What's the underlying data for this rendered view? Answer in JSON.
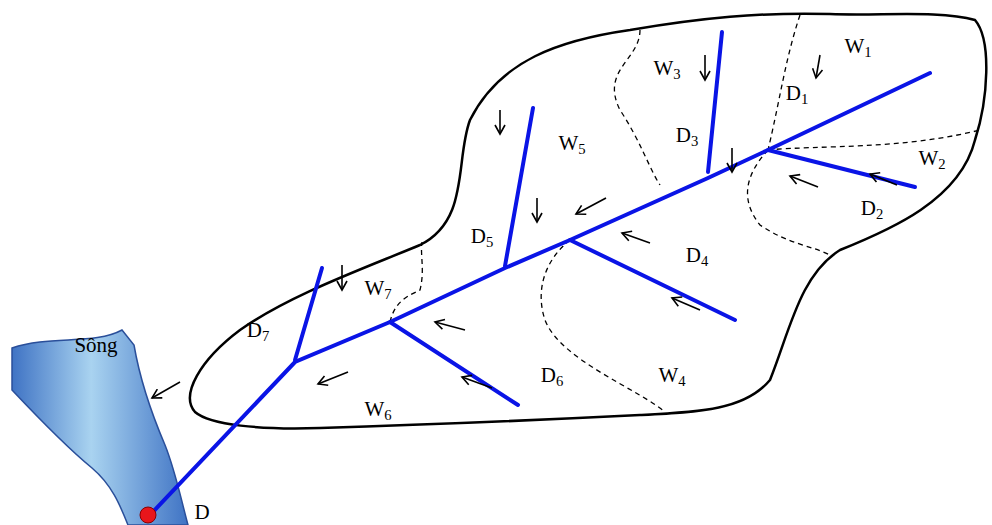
{
  "diagram": {
    "labels": [
      "W1",
      "D1",
      "W3",
      "D3",
      "W2",
      "W5",
      "D2",
      "D5",
      "D4",
      "W7",
      "D7",
      "Sông",
      "W4",
      "D6",
      "W6",
      "D"
    ]
  }
}
